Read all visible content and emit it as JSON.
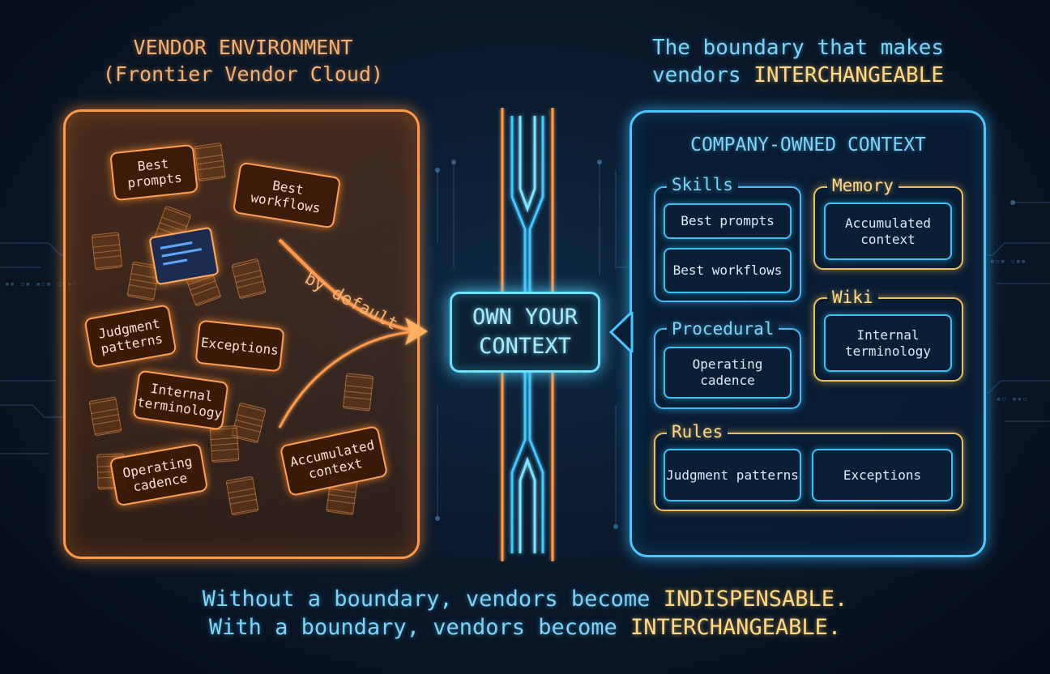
{
  "left_header": {
    "line1": "VENDOR ENVIRONMENT",
    "line2": "(Frontier Vendor Cloud)"
  },
  "right_header": {
    "line1": "The boundary that makes",
    "line2_prefix": "vendors",
    "line2_highlight": "INTERCHANGEABLE"
  },
  "vendor_cards": [
    {
      "id": "best-prompts",
      "text": "Best prompts"
    },
    {
      "id": "best-workflows",
      "text": "Best workflows"
    },
    {
      "id": "judgment-patterns",
      "text": "Judgment patterns"
    },
    {
      "id": "exceptions",
      "text": "Exceptions"
    },
    {
      "id": "internal-terminology",
      "text": "Internal terminology"
    },
    {
      "id": "operating-cadence",
      "text": "Operating cadence"
    },
    {
      "id": "accumulated-context",
      "text": "Accumulated context"
    }
  ],
  "arrow_label": "by default",
  "center": {
    "line1": "OWN YOUR",
    "line2": "CONTEXT"
  },
  "company": {
    "title": "COMPANY-OWNED CONTEXT",
    "skills": {
      "label": "Skills",
      "items": [
        "Best prompts",
        "Best workflows"
      ]
    },
    "memory": {
      "label": "Memory",
      "items": [
        "Accumulated context"
      ]
    },
    "procedural": {
      "label": "Procedural",
      "items": [
        "Operating cadence"
      ]
    },
    "wiki": {
      "label": "Wiki",
      "items": [
        "Internal terminology"
      ]
    },
    "rules": {
      "label": "Rules",
      "items": [
        "Judgment patterns",
        "Exceptions"
      ]
    }
  },
  "bottom": {
    "line1_prefix": "Without a boundary, vendors become",
    "line1_highlight": "INDISPENSABLE.",
    "line2_prefix": "With a boundary, vendors become",
    "line2_highlight": "INTERCHANGEABLE."
  },
  "colors": {
    "vendor": "#ff9a4d",
    "company": "#4cc6ff",
    "highlight": "#ffd98a",
    "boundary": "#6fe0ff"
  }
}
